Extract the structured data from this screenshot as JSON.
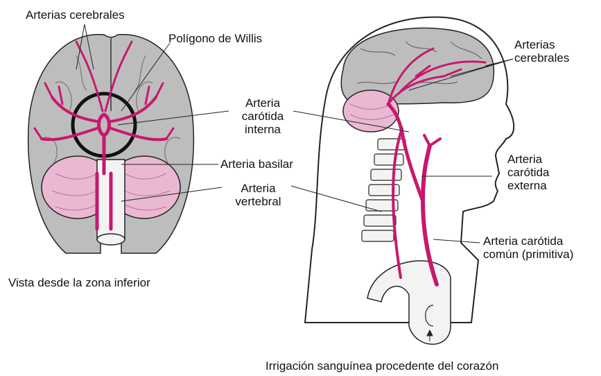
{
  "labels": {
    "arterias_cerebrales_left": "Arterias cerebrales",
    "poligono_willis": "Polígono de Willis",
    "carotida_interna": [
      "Arteria",
      "carótida",
      "interna"
    ],
    "arteria_basilar": "Arteria basilar",
    "arteria_vertebral": [
      "Arteria",
      "vertebral"
    ],
    "vista_inferior": "Vista desde la zona inferior",
    "arterias_cerebrales_right": [
      "Arterias",
      "cerebrales"
    ],
    "carotida_externa": [
      "Arteria",
      "carótida",
      "externa"
    ],
    "carotida_comun": [
      "Arteria carótida",
      "común (primitiva)"
    ],
    "irrigacion": "Irrigación sanguínea procedente del corazón"
  },
  "colors": {
    "artery": "#c8186e",
    "brain": "#bdbdbd",
    "cerebellum": "#eab8d3",
    "bone": "#f3f3f3",
    "outline": "#222222"
  }
}
